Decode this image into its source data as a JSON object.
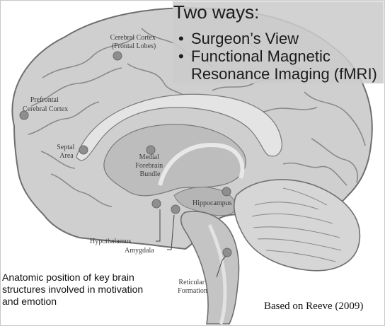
{
  "callout": {
    "title": "Two ways:",
    "bullets": [
      "Surgeon’s View",
      "Functional Magnetic\nResonance Imaging (fMRI)"
    ]
  },
  "brain_labels": [
    {
      "name": "label-cerebral-cortex",
      "lines": [
        "Cerebral Cortex",
        "(Frontal Lobes)"
      ]
    },
    {
      "name": "label-prefrontal-cerebral-cortex",
      "lines": [
        "Prefrontal",
        "Cerebral Cortex"
      ]
    },
    {
      "name": "label-septal-area",
      "lines": [
        "Septal",
        "Area"
      ]
    },
    {
      "name": "label-medial-forebrain-bundle",
      "lines": [
        "Medial",
        "Forebrain",
        "Bundle"
      ]
    },
    {
      "name": "label-hippocampus",
      "lines": [
        "Hippocampus"
      ]
    },
    {
      "name": "label-hypothalamus",
      "lines": [
        "Hypothalamus"
      ]
    },
    {
      "name": "label-amygdala",
      "lines": [
        "Amygdala"
      ]
    },
    {
      "name": "label-reticular-formation",
      "lines": [
        "Reticular",
        "Formation"
      ]
    }
  ],
  "caption": "Anatomic position of key brain structures involved in motivation and emotion",
  "credit": "Based on Reeve (2009)",
  "colors": {
    "brain_fill": "#cfcfcf",
    "gyri_lines": "#8a8a8a",
    "marker": "#8e8e8e",
    "callout_bg": "#cccccc"
  }
}
